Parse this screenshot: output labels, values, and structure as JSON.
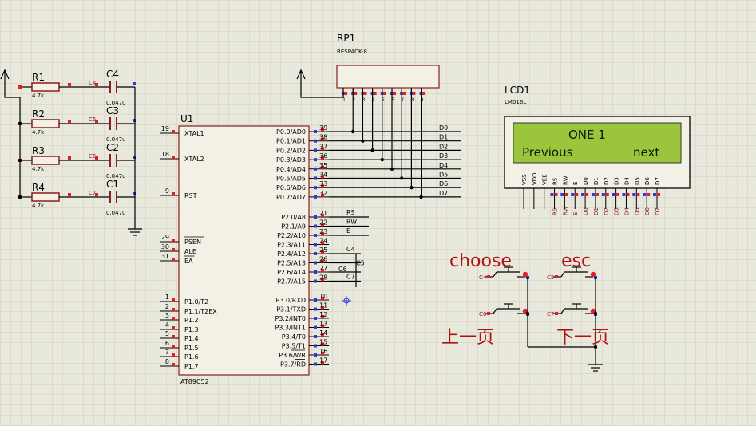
{
  "colors": {
    "background": "#e9e8dc",
    "grid": "#cfcebf",
    "wire": "#000000",
    "component": "#8b1e1e",
    "body_fill": "#f3f1e6",
    "lcd_green": "#9bc53d",
    "pin_red": "#e02020",
    "pin_blue": "#2a3bd8",
    "handwritten": "#b01010"
  },
  "mcu": {
    "ref": "U1",
    "part": "AT89C52",
    "left_pins": [
      {
        "num": "19",
        "label": "XTAL1"
      },
      {
        "num": "18",
        "label": "XTAL2"
      },
      {
        "num": "9",
        "label": "RST"
      },
      {
        "num": "29",
        "label": "PSEN"
      },
      {
        "num": "30",
        "label": "ALE"
      },
      {
        "num": "31",
        "label": "EA"
      },
      {
        "num": "1",
        "label": "P1.0/T2"
      },
      {
        "num": "2",
        "label": "P1.1/T2EX"
      },
      {
        "num": "3",
        "label": "P1.2"
      },
      {
        "num": "4",
        "label": "P1.3"
      },
      {
        "num": "5",
        "label": "P1.4"
      },
      {
        "num": "6",
        "label": "P1.5"
      },
      {
        "num": "7",
        "label": "P1.6"
      },
      {
        "num": "8",
        "label": "P1.7"
      }
    ],
    "right_pins": [
      {
        "num": "39",
        "label": "P0.0/AD0",
        "net": "D0"
      },
      {
        "num": "38",
        "label": "P0.1/AD1",
        "net": "D1"
      },
      {
        "num": "37",
        "label": "P0.2/AD2",
        "net": "D2"
      },
      {
        "num": "36",
        "label": "P0.3/AD3",
        "net": "D3"
      },
      {
        "num": "35",
        "label": "P0.4/AD4",
        "net": "D4"
      },
      {
        "num": "34",
        "label": "P0.5/AD5",
        "net": "D5"
      },
      {
        "num": "33",
        "label": "P0.6/AD6",
        "net": "D6"
      },
      {
        "num": "32",
        "label": "P0.7/AD7",
        "net": "D7"
      },
      {
        "num": "21",
        "label": "P2.0/A8",
        "net": "RS"
      },
      {
        "num": "22",
        "label": "P2.1/A9",
        "net": "RW"
      },
      {
        "num": "23",
        "label": "P2.2/A10",
        "net": "E"
      },
      {
        "num": "24",
        "label": "P2.3/A11",
        "net": ""
      },
      {
        "num": "25",
        "label": "P2.4/A12",
        "net": "C4"
      },
      {
        "num": "26",
        "label": "P2.5/A13",
        "net": "C5"
      },
      {
        "num": "27",
        "label": "P2.6/A14",
        "net": "C6"
      },
      {
        "num": "28",
        "label": "P2.7/A15",
        "net": "C7"
      },
      {
        "num": "10",
        "label": "P3.0/RXD",
        "net": ""
      },
      {
        "num": "11",
        "label": "P3.1/TXD",
        "net": ""
      },
      {
        "num": "12",
        "label": "P3.2/INT0",
        "net": ""
      },
      {
        "num": "13",
        "label": "P3.3/INT1",
        "net": ""
      },
      {
        "num": "14",
        "label": "P3.4/T0",
        "net": ""
      },
      {
        "num": "15",
        "label": "P3.5/T1",
        "net": ""
      },
      {
        "num": "16",
        "label": "P3.6/WR",
        "net": ""
      },
      {
        "num": "17",
        "label": "P3.7/RD",
        "net": ""
      }
    ]
  },
  "resistor_pack": {
    "ref": "RP1",
    "part": "RESPACK-8",
    "pins": [
      "1",
      "2",
      "3",
      "4",
      "5",
      "6",
      "7",
      "8",
      "9"
    ]
  },
  "lcd": {
    "ref": "LCD1",
    "part": "LM016L",
    "line1": "ONE 1",
    "line2_left": "Previous",
    "line2_right": "next",
    "pins": [
      "VSS",
      "VDD",
      "VEE",
      "RS",
      "RW",
      "E",
      "D0",
      "D1",
      "D2",
      "D3",
      "D4",
      "D5",
      "D6",
      "D7"
    ]
  },
  "resistors": [
    {
      "ref": "R1",
      "value": "4.7k"
    },
    {
      "ref": "R2",
      "value": "4.7k"
    },
    {
      "ref": "R3",
      "value": "4.7k"
    },
    {
      "ref": "R4",
      "value": "4.7k"
    }
  ],
  "capacitors": [
    {
      "ref": "C4",
      "net": "C4",
      "value": "0.047u"
    },
    {
      "ref": "C3",
      "net": "C5",
      "value": "0.047u"
    },
    {
      "ref": "C2",
      "net": "C6",
      "value": "0.047u"
    },
    {
      "ref": "C1",
      "net": "C7",
      "value": "0.047u"
    }
  ],
  "buttons": [
    {
      "net": "C4"
    },
    {
      "net": "C5"
    },
    {
      "net": "C6"
    },
    {
      "net": "C7"
    }
  ],
  "annotations": {
    "choose": "choose",
    "esc": "esc",
    "prev_page": "上一页",
    "next_page": "下一页"
  }
}
